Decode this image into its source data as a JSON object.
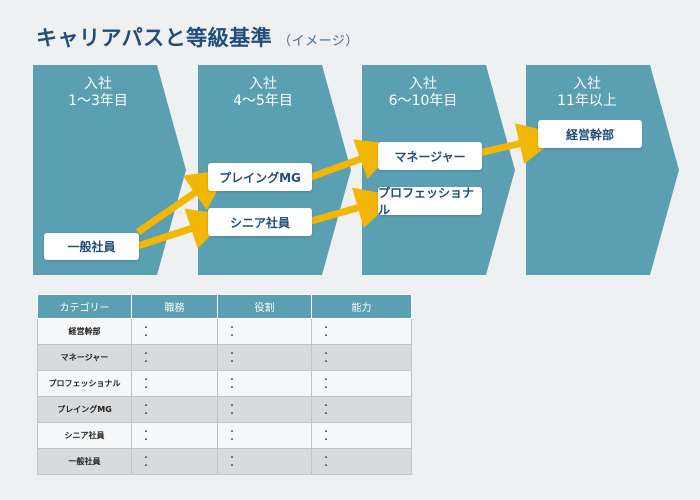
{
  "title": "キャリアパスと等級基準",
  "subtitle": "（イメージ）",
  "stages": [
    {
      "line1": "入社",
      "line2": "1〜3年目"
    },
    {
      "line1": "入社",
      "line2": "4〜5年目"
    },
    {
      "line1": "入社",
      "line2": "6〜10年目"
    },
    {
      "line1": "入社",
      "line2": "11年以上"
    }
  ],
  "roles": {
    "general": "一般社員",
    "playing_mg": "プレイングMG",
    "senior": "シニア社員",
    "manager": "マネージャー",
    "professional": "プロフェッショナル",
    "executive": "経営幹部"
  },
  "colors": {
    "chevron": "#5a9fb2",
    "arrow": "#f2b705",
    "title": "#1f4e7a"
  },
  "table": {
    "headers": [
      "カテゴリー",
      "職務",
      "役割",
      "能力"
    ],
    "bullet": "・",
    "rows": [
      "経営幹部",
      "マネージャー",
      "プロフェッショナル",
      "プレイングMG",
      "シニア社員",
      "一般社員"
    ]
  }
}
